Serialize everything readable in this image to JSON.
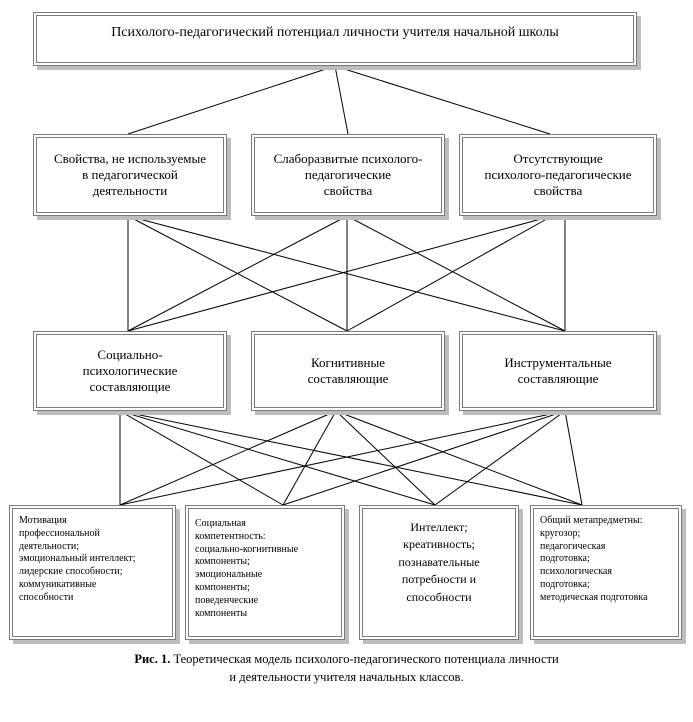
{
  "title": "Психолого-педагогический потенциал личности учителя начальной школы",
  "level2": [
    "Свойства, не используемые\nв педагогической\nдеятельности",
    "Слаборазвитые психолого-\nпедагогические\nсвойства",
    "Отсутствующие\nпсихолого-педагогические\nсвойства"
  ],
  "level3": [
    "Социально-\nпсихологические\nсоставляющие",
    "Когнитивные\nсоставляющие",
    "Инструментальные\nсоставляющие"
  ],
  "level4": [
    "Мотивация\nпрофессиональной\nдеятельности;\nэмоциональный интеллект;\nлидерские способности;\nкоммуникативные\nспособности",
    "Социальная\nкомпетентность:\nсоциально-когнитивные\nкомпоненты;\nэмоциональные\nкомпоненты;\nповеденческие\nкомпоненты",
    "Интеллект;\nкреативность;\nпознавательные\nпотребности и\nспособности",
    "Общий    метапредметны:\nкругозор;\nпедагогическая\nподготовка;\nпсихологическая\nподготовка;\nметодическая подготовка"
  ],
  "caption": {
    "label": "Рис. 1.",
    "line1": "Теоретическая модель психолого-педагогического потенциала личности",
    "line2": "и деятельности  учителя начальных классов."
  }
}
